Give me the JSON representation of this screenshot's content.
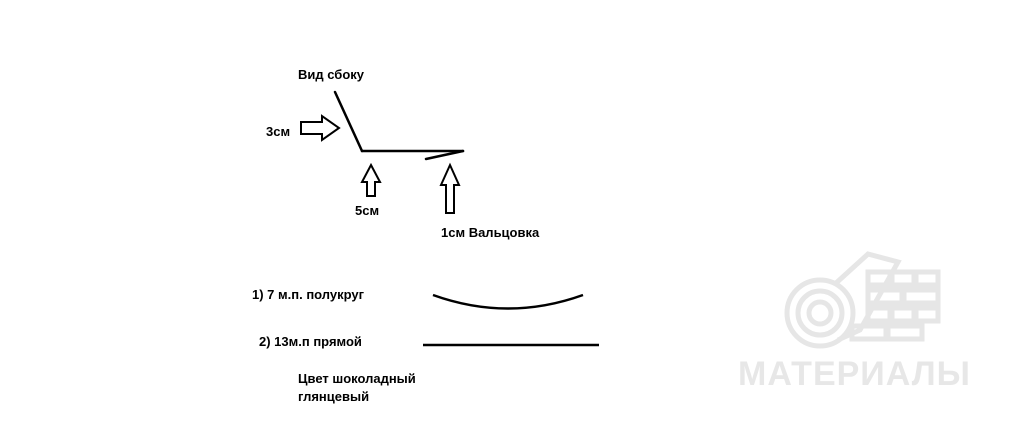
{
  "diagram": {
    "title": "Вид сбоку",
    "label_3cm": "3см",
    "label_5cm": "5см",
    "label_1cm": "1см Вальцовка"
  },
  "items": [
    {
      "text": "1) 7 м.п. полукруг",
      "shape": "semicircle-curve"
    },
    {
      "text": "2) 13м.п прямой",
      "shape": "straight-line"
    }
  ],
  "color_note": {
    "line1": "Цвет шоколадный",
    "line2": "глянцевый"
  },
  "watermark": {
    "text": "МАТЕРИАЛЫ",
    "color": "#e7e7e7",
    "logo": "rolled-sheet-brick-logo"
  }
}
